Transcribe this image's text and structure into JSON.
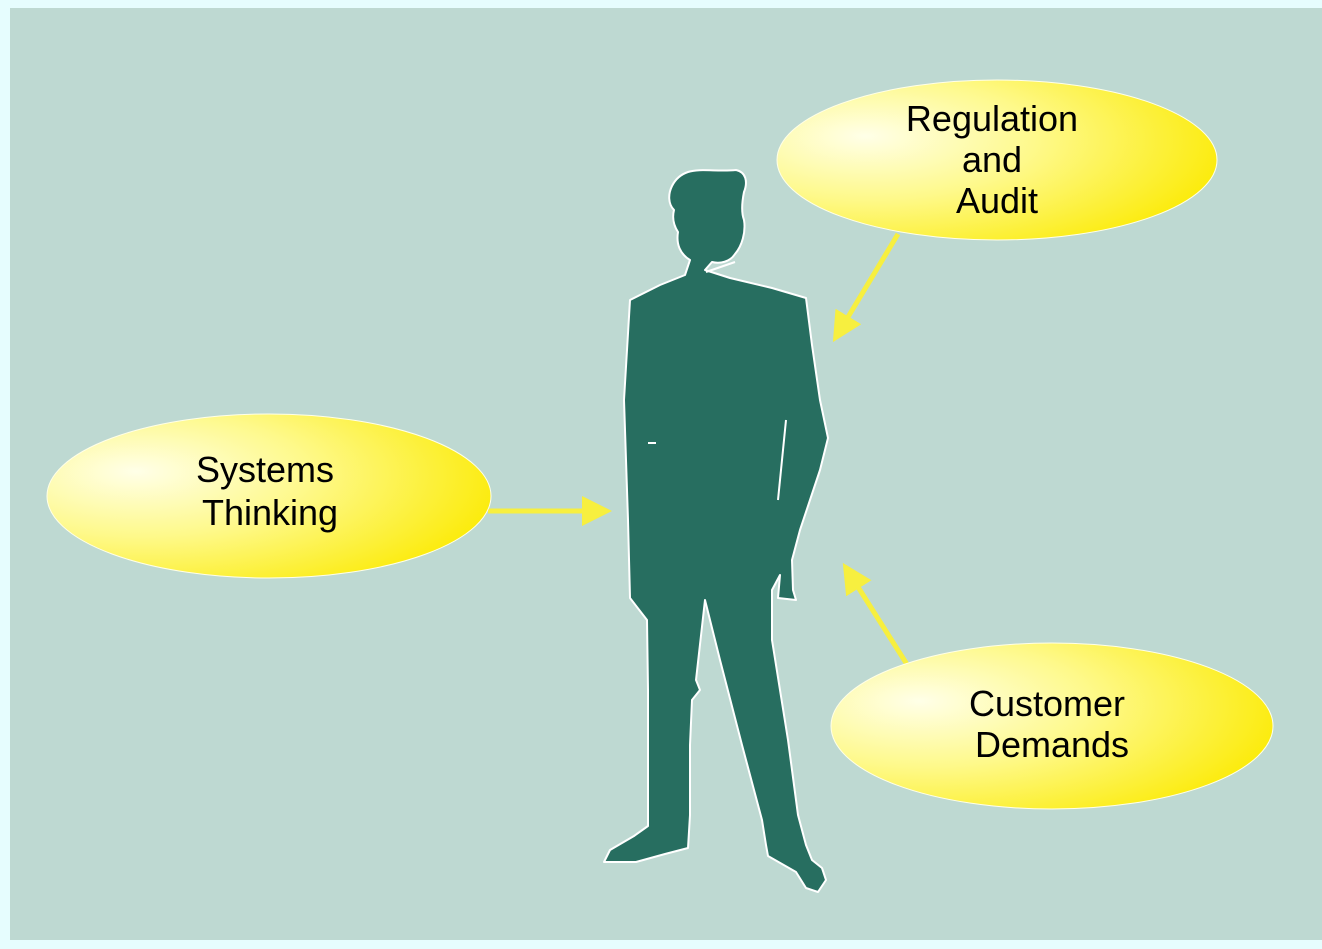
{
  "colors": {
    "outer_border": "#E6FDFE",
    "background": "#BED9D2",
    "figure": "#276E60",
    "figure_outline": "#FFFFFF",
    "bubble_light": "#FFFFE8",
    "bubble_mid": "#FEF98A",
    "bubble_dark": "#FBEA00",
    "arrow": "#F7EF3F"
  },
  "figure": {
    "icon": "person-silhouette-icon"
  },
  "bubbles": [
    {
      "id": "systems-thinking",
      "lines": [
        "Systems",
        "Thinking"
      ]
    },
    {
      "id": "regulation-and-audit",
      "lines": [
        "Regulation",
        "and",
        "Audit"
      ]
    },
    {
      "id": "customer-demands",
      "lines": [
        "Customer",
        "Demands"
      ]
    }
  ]
}
